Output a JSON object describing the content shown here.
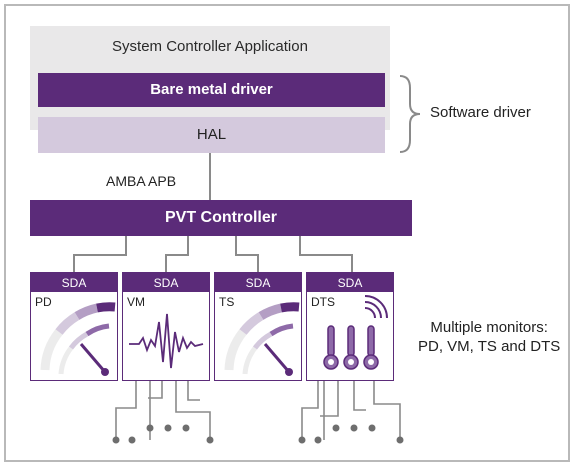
{
  "stack": {
    "app_label": "System Controller Application",
    "driver_label": "Bare metal driver",
    "hal_label": "HAL",
    "software_driver_label": "Software driver"
  },
  "bus": {
    "label": "AMBA APB"
  },
  "controller": {
    "label": "PVT Controller"
  },
  "monitors": [
    {
      "sda": "SDA",
      "name": "PD"
    },
    {
      "sda": "SDA",
      "name": "VM"
    },
    {
      "sda": "SDA",
      "name": "TS"
    },
    {
      "sda": "SDA",
      "name": "DTS"
    }
  ],
  "monitors_caption": {
    "line1": "Multiple monitors:",
    "line2": "PD, VM, TS and DTS"
  },
  "colors": {
    "purple": "#5b2b79",
    "lavender": "#d4c9dd",
    "light_gray": "#e9e8e9",
    "gray_line": "#8a8a8a",
    "frame": "#b9b9b9"
  }
}
